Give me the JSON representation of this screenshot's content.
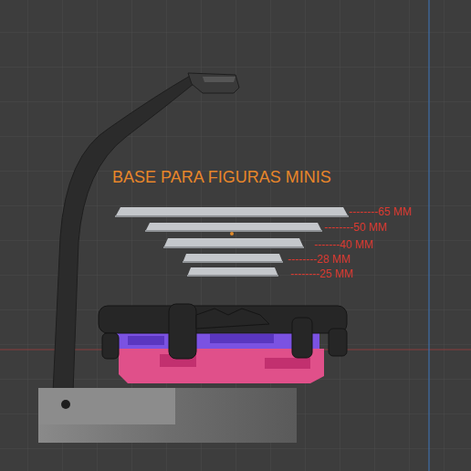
{
  "diagram": {
    "title": "BASE PARA FIGURAS MINIS",
    "labels": [
      "--------65 MM",
      "--------50 MM",
      "-------40 MM",
      "--------28 MM",
      "--------25 MM"
    ]
  }
}
